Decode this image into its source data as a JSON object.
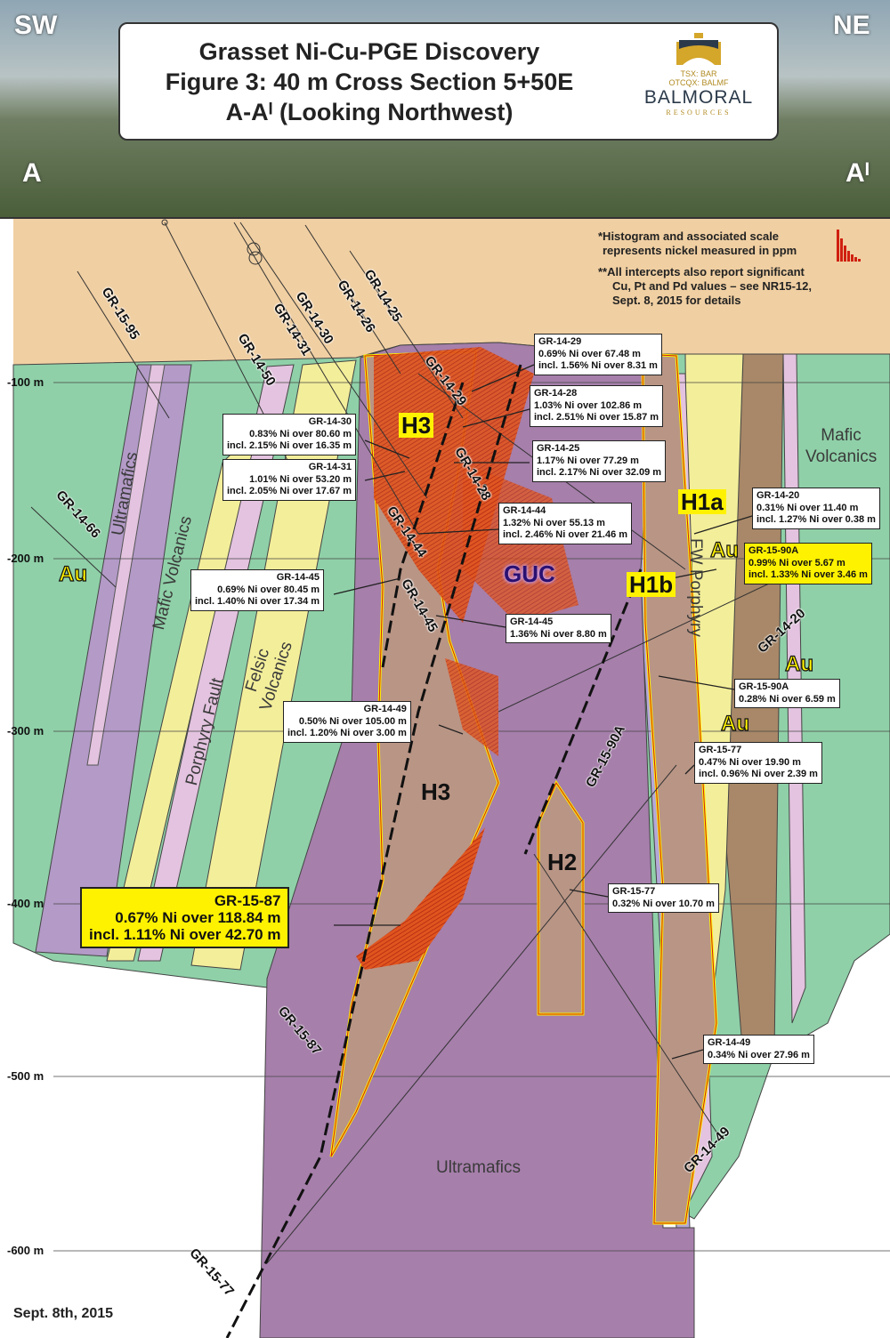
{
  "header": {
    "title_line1": "Grasset Ni-Cu-PGE Discovery",
    "title_line2": "Figure 3: 40 m Cross Section 5+50E",
    "title_line3": "A-Aᴵ (Looking Northwest)",
    "logo": {
      "ticker1": "TSX: BAR",
      "ticker2": "OTCQX: BALMF",
      "name": "BALMORAL",
      "sub": "RESOURCES"
    }
  },
  "orientation": {
    "left": "SW",
    "right": "NE",
    "section_start": "A",
    "section_end": "Aᴵ"
  },
  "notes": {
    "line1": "*Histogram and associated scale",
    "line2": "represents nickel measured in ppm",
    "line3": "**All intercepts also report significant",
    "line4": "Cu, Pt and Pd values – see NR15-12,",
    "line5": "Sept. 8, 2015 for details"
  },
  "depth_axis": [
    "-100 m",
    "-200 m",
    "-300 m",
    "-400 m",
    "-500 m",
    "-600 m"
  ],
  "geology_labels": {
    "ultramafics_left": "Ultramafics",
    "mafic_volcanics_left": "Mafic Volcanics",
    "felsic_volcanics": "Felsic Volcanics",
    "porphyry_fault": "Porphyry Fault",
    "mafic_volcanics_right": "Mafic Volcanics",
    "fw_porphyry": "FW Porphyry",
    "ultramafics_main": "Ultramafics",
    "guc": "GUC"
  },
  "zones": {
    "h3_upper": "H3",
    "h3_lower": "H3",
    "h1a": "H1a",
    "h1b": "H1b",
    "h2": "H2",
    "au": "Au"
  },
  "drill_holes": [
    "GR-15-95",
    "GR-14-50",
    "GR-14-31",
    "GR-14-30",
    "GR-14-26",
    "GR-14-25",
    "GR-14-29",
    "GR-14-28",
    "GR-14-44",
    "GR-14-45",
    "GR-14-66",
    "GR-14-20",
    "GR-15-90A",
    "GR-15-87",
    "GR-14-49",
    "GR-15-77"
  ],
  "intercepts": {
    "gr1429": {
      "hole": "GR-14-29",
      "l1": "0.69% Ni over 67.48 m",
      "l2": "incl. 1.56% Ni over 8.31 m"
    },
    "gr1428": {
      "hole": "GR-14-28",
      "l1": "1.03% Ni over 102.86 m",
      "l2": "incl. 2.51% Ni over 15.87 m"
    },
    "gr1425": {
      "hole": "GR-14-25",
      "l1": "1.17% Ni over 77.29 m",
      "l2": "incl. 2.17% Ni over 32.09 m"
    },
    "gr1430": {
      "hole": "GR-14-30",
      "l1": "0.83% Ni over 80.60 m",
      "l2": "incl. 2.15% Ni over 16.35 m"
    },
    "gr1431": {
      "hole": "GR-14-31",
      "l1": "1.01% Ni over 53.20 m",
      "l2": "incl. 2.05% Ni over 17.67 m"
    },
    "gr1444": {
      "hole": "GR-14-44",
      "l1": "1.32% Ni over 55.13 m",
      "l2": "incl. 2.46% Ni over 21.46 m"
    },
    "gr1445a": {
      "hole": "GR-14-45",
      "l1": "0.69% Ni over 80.45 m",
      "l2": "incl. 1.40% Ni over 17.34 m"
    },
    "gr1445b": {
      "hole": "GR-14-45",
      "l1": "1.36% Ni over 8.80 m"
    },
    "gr1420": {
      "hole": "GR-14-20",
      "l1": "0.31% Ni over 11.40 m",
      "l2": "incl. 1.27% Ni over 0.38 m"
    },
    "gr1590a_a": {
      "hole": "GR-15-90A",
      "l1": "0.99% Ni over 5.67 m",
      "l2": "incl. 1.33% Ni over 3.46 m"
    },
    "gr1590a_b": {
      "hole": "GR-15-90A",
      "l1": "0.28% Ni over 6.59 m"
    },
    "gr1449a": {
      "hole": "GR-14-49",
      "l1": "0.50% Ni over 105.00 m",
      "l2": "incl. 1.20% Ni over 3.00 m"
    },
    "gr1577a": {
      "hole": "GR-15-77",
      "l1": "0.47% Ni over 19.90 m",
      "l2": "incl. 0.96% Ni over 2.39 m"
    },
    "gr1587": {
      "hole": "GR-15-87",
      "l1": "0.67% Ni over 118.84 m",
      "l2": "incl. 1.11% Ni over 42.70 m"
    },
    "gr1577b": {
      "hole": "GR-15-77",
      "l1": "0.32% Ni over 10.70 m"
    },
    "gr1449b": {
      "hole": "GR-14-49",
      "l1": "0.34% Ni over 27.96 m"
    }
  },
  "footer": {
    "date": "Sept. 8th, 2015"
  },
  "colors": {
    "overburden": "#f0cfa2",
    "ultramafic": "#a67fab",
    "mafic": "#8fd0a8",
    "felsic": "#f3ee9a",
    "porphyry": "#e3c3df",
    "mineralized": "#b99585",
    "histogram": "#d9401c",
    "highlight": "#fff200"
  }
}
